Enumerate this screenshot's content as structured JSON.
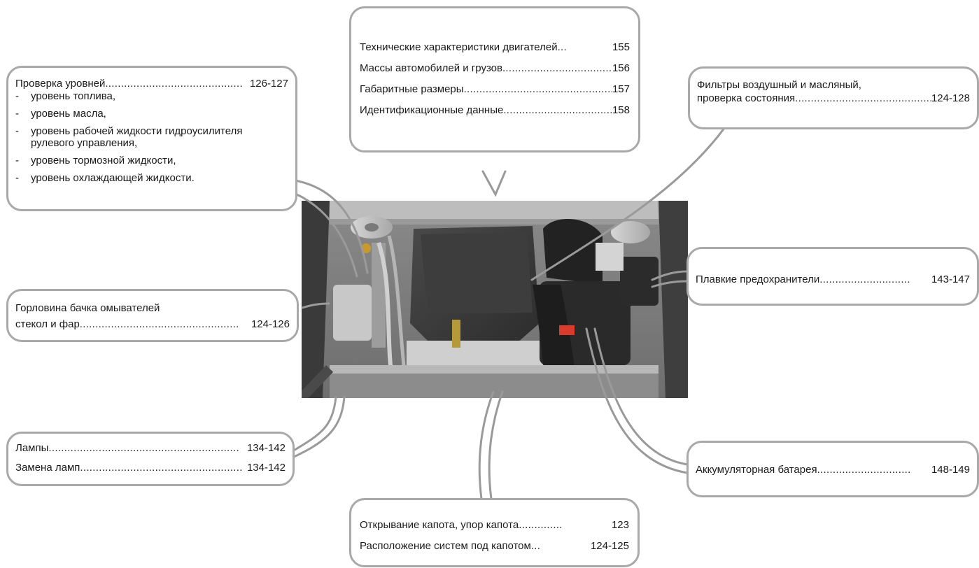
{
  "callouts": {
    "specs": {
      "rows": [
        {
          "label": "Технические характеристики двигателей",
          "dots": " ...",
          "pages": " 155"
        },
        {
          "label": "Массы автомобилей и грузов",
          "dots": "......................................",
          "pages": " 156"
        },
        {
          "label": "Габаритные размеры",
          "dots": "......................................................",
          "pages": " 157"
        },
        {
          "label": "Идентификационные данные",
          "dots": " ........................................",
          "pages": " 158"
        }
      ]
    },
    "levels": {
      "title": {
        "label": "Проверка уровней",
        "dots": "............................................",
        "pages": " 126-127"
      },
      "items": [
        "уровень топлива,",
        "уровень масла,",
        "уровень рабочей жидкости гидроусилителя рулевого управления,",
        "уровень тормозной жидкости,",
        "уровень охлаждающей жидкости."
      ],
      "dash": "-"
    },
    "filters": {
      "line1": "Фильтры воздушный и масляный,",
      "row": {
        "label": "проверка состояния",
        "dots": "..............................................",
        "pages": " 124-128"
      }
    },
    "washer": {
      "line1": "Горловина бачка омывателей",
      "row": {
        "label": "стекол и фар",
        "dots": "...................................................",
        "pages": " 124-126"
      }
    },
    "fuses": {
      "row": {
        "label": "Плавкие предохранители",
        "dots": " .............................",
        "pages": " 143-147"
      }
    },
    "lamps": {
      "rows": [
        {
          "label": "Лампы",
          "dots": " .............................................................",
          "pages": " 134-142"
        },
        {
          "label": "Замена ламп",
          "dots": " ....................................................",
          "pages": " 134-142"
        }
      ]
    },
    "battery": {
      "row": {
        "label": "Аккумуляторная батарея",
        "dots": "..............................",
        "pages": " 148-149"
      }
    },
    "hood": {
      "rows": [
        {
          "label": "Открывание капота, упор капота",
          "dots": " ..............",
          "pages": " 123"
        },
        {
          "label": "Расположение систем под капотом",
          "dots": "...",
          "pages": " 124-125"
        }
      ]
    }
  },
  "colors": {
    "border": "#a9a9a9",
    "accent_red": "#d93a2b"
  }
}
